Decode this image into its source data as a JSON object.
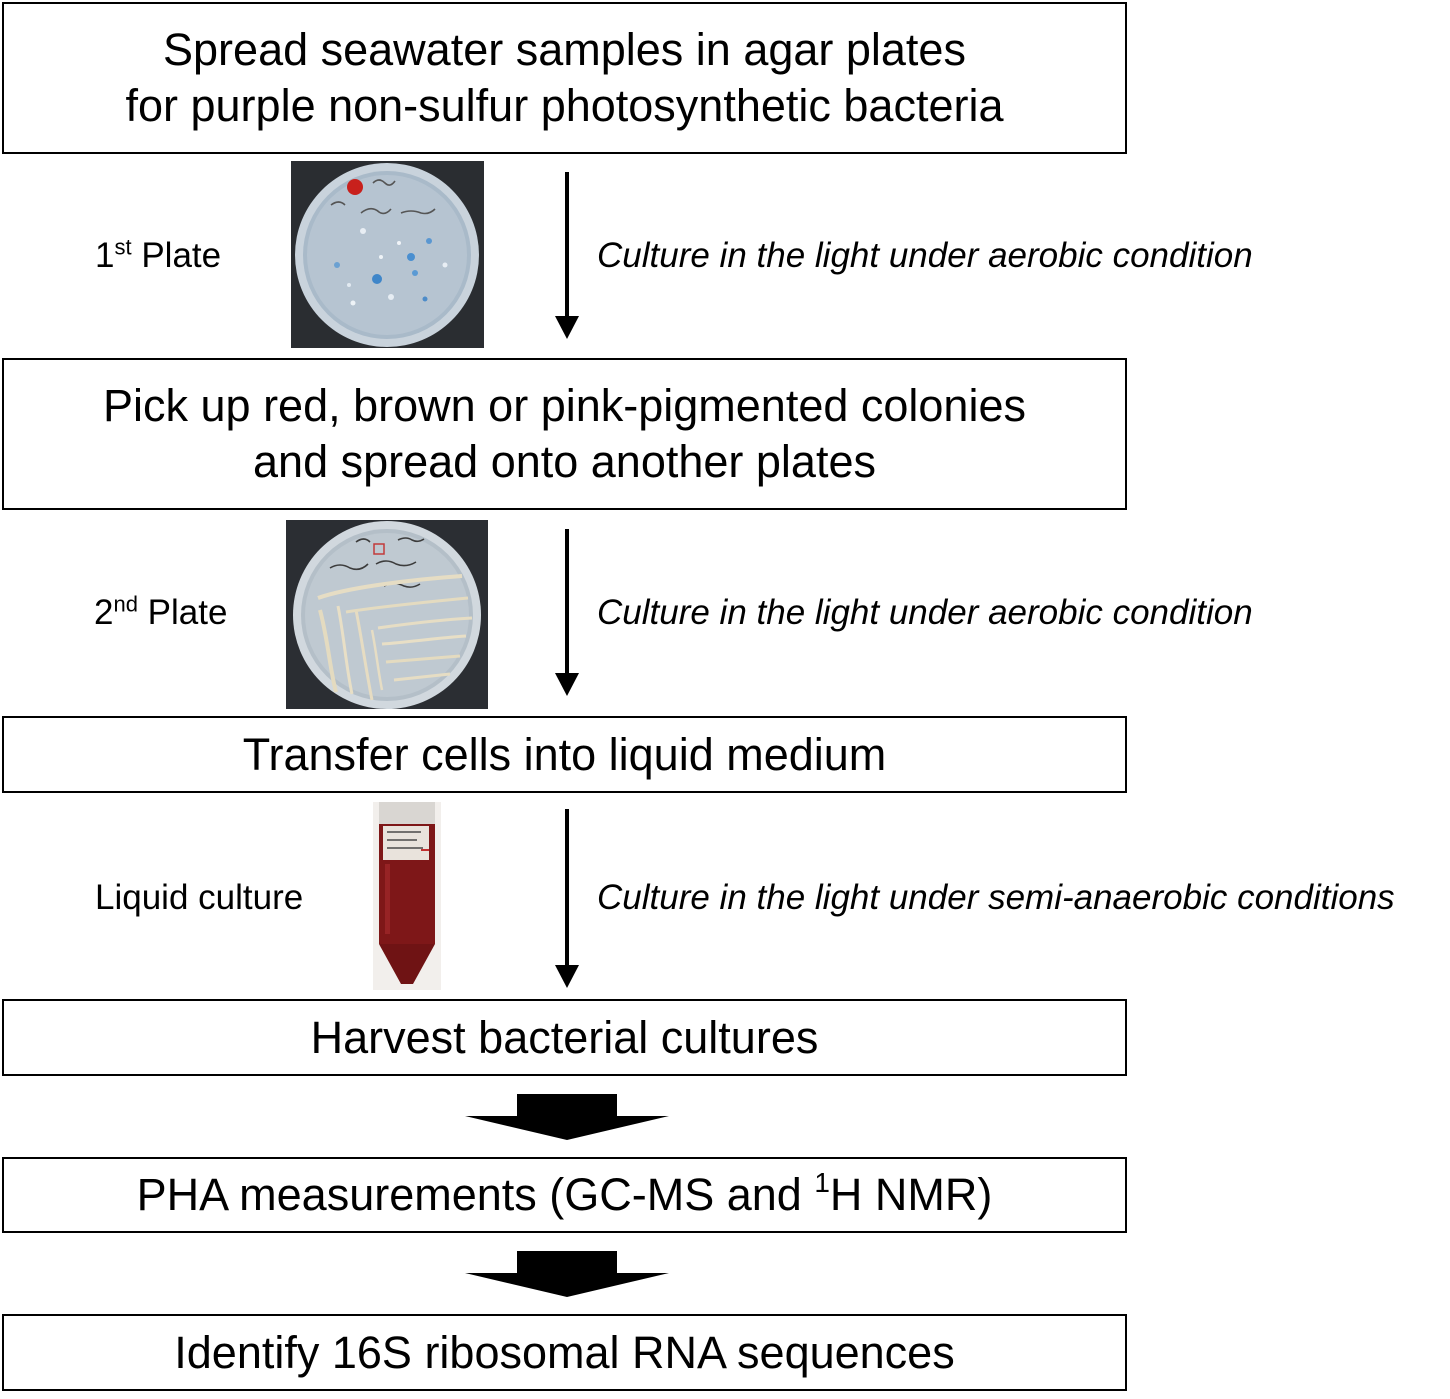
{
  "steps": {
    "step1": {
      "line1": "Spread seawater samples in agar plates",
      "line2": "for purple non-sulfur photosynthetic bacteria"
    },
    "step2": {
      "line1": "Pick up red, brown or pink-pigmented colonies",
      "line2": "and spread onto another plates"
    },
    "step3": {
      "text": "Transfer cells into liquid medium"
    },
    "step4": {
      "text": "Harvest bacterial cultures"
    },
    "step5": {
      "before": "PHA measurements (GC-MS and ",
      "sup": "1",
      "after": "H NMR)"
    },
    "step6": {
      "text": "Identify 16S ribosomal RNA sequences"
    }
  },
  "labels": {
    "plate1": {
      "num": "1",
      "sup": "st",
      "text": " Plate"
    },
    "plate2": {
      "num": "2",
      "sup": "nd",
      "text": " Plate"
    },
    "liquid": {
      "text": "Liquid culture"
    }
  },
  "conditions": {
    "c1": "Culture in the light under aerobic condition",
    "c2": "Culture in the light under aerobic condition",
    "c3": "Culture in the light under semi-anaerobic conditions"
  }
}
